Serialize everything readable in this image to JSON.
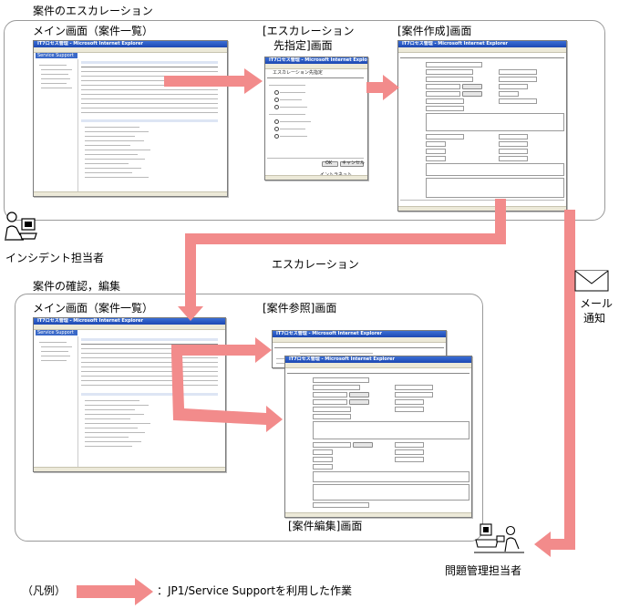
{
  "sections": {
    "top_title": "案件のエスカレーション",
    "bottom_title": "案件の確認，編集"
  },
  "screens": {
    "main_list_top": "メイン画面（案件一覧）",
    "escalation_dest_line1": "[エスカレーション",
    "escalation_dest_line2": "先指定]画面",
    "case_create": "[案件作成]画面",
    "main_list_bottom": "メイン画面（案件一覧）",
    "case_reference": "[案件参照]画面",
    "case_edit": "[案件編集]画面"
  },
  "actors": {
    "incident_owner": "インシデント担当者",
    "problem_owner": "問題管理担当者"
  },
  "flow": {
    "escalation": "エスカレーション",
    "mail_notice_line1": "メール",
    "mail_notice_line2": "通知"
  },
  "legend": {
    "prefix": "（凡例）",
    "description": "：JP1/Service Supportを利用した作業"
  },
  "thumb_text": {
    "window_title": "IT7ロセス管理 - Microsoft Internet Explorer",
    "brand": "Service Support",
    "dialog_title": "エスカレーション先指定",
    "ok": "OK",
    "cancel": "キャンセル",
    "intranet": "イントラネット"
  },
  "colors": {
    "arrow": "#f28b8b",
    "panel_border": "#9a9a9a",
    "titlebar": "#1d48b3"
  },
  "icons": [
    "person-at-pc-icon",
    "envelope-icon",
    "persons-at-pc-icon",
    "arrow-icon"
  ]
}
